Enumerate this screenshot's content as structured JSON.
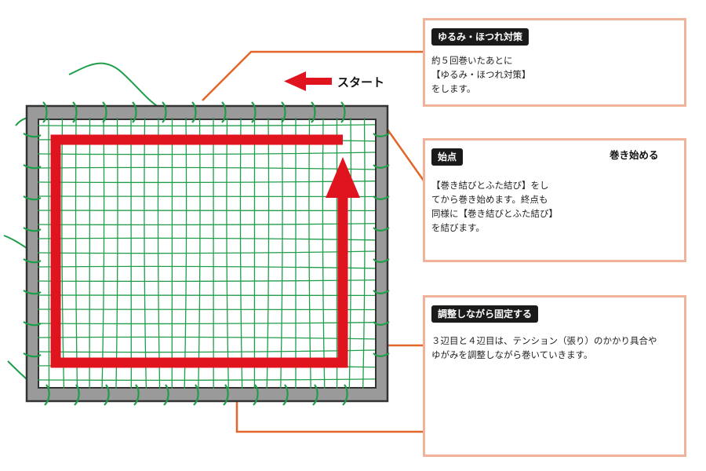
{
  "start_label": "スタート",
  "callouts": {
    "loosen": {
      "title": "ゆるみ・ほつれ対策",
      "lines": [
        "約５回巻いたあとに",
        "【ゆるみ・ほつれ対策】",
        "をします。"
      ]
    },
    "origin": {
      "title": "始点",
      "lines": [
        "【巻き結びとふた結び】をし",
        "てから巻き始めます。終点も",
        "同様に【巻き結びとふた結び】",
        "を結びます。"
      ],
      "arrow_label": "巻き始める"
    },
    "adjust": {
      "title": "調整しながら固定する",
      "lines": [
        "３辺目と４辺目は、テンション（張り）のかかり具合や",
        "ゆがみを調整しながら巻いていきます。"
      ]
    }
  },
  "colors": {
    "frame_gray": "#9a9a9a",
    "frame_dark": "#333333",
    "net_green": "#1f9e4a",
    "arrow_red": "#e0141e",
    "leader_orange": "#e0662a",
    "callout_border": "#f0b39a"
  }
}
